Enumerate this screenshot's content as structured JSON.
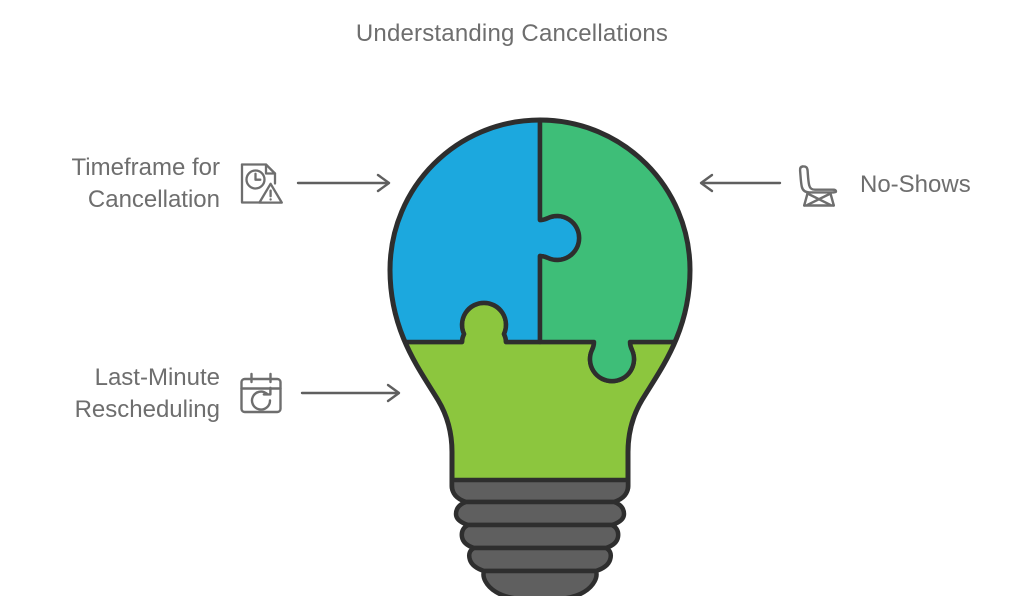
{
  "title": "Understanding Cancellations",
  "theme": {
    "text_color": "#6e6e6e",
    "outline_color": "#2e2e2e",
    "arrow_color": "#5f5f5f",
    "icon_color": "#6e6e6e",
    "background": "#ffffff"
  },
  "diagram": {
    "type": "lightbulb-puzzle",
    "center_graphic_name": "lightbulb",
    "pieces": [
      {
        "id": "blue",
        "label": "Timeframe for Cancellation",
        "color": "#1ca8de",
        "position": "top-left"
      },
      {
        "id": "green",
        "label": "No-Shows",
        "color": "#3ebe78",
        "position": "top-right"
      },
      {
        "id": "olive",
        "label": "Last-Minute Rescheduling",
        "color": "#8cc63e",
        "position": "bottom"
      }
    ],
    "base": {
      "name": "bulb-screw-base",
      "color": "#5f5f5f",
      "thread_count": 5
    }
  },
  "callouts": [
    {
      "id": "timeframe",
      "text": "Timeframe for\nCancellation",
      "icon": "document-clock-warning-icon",
      "side": "left",
      "arrow": {
        "name": "arrow-right-icon",
        "direction": "right"
      }
    },
    {
      "id": "rescheduling",
      "text": "Last-Minute\nRescheduling",
      "icon": "calendar-refresh-icon",
      "side": "left",
      "arrow": {
        "name": "arrow-right-icon",
        "direction": "right"
      }
    },
    {
      "id": "noshows",
      "text": "No-Shows",
      "icon": "empty-chair-icon",
      "side": "right",
      "arrow": {
        "name": "arrow-left-icon",
        "direction": "left"
      }
    }
  ]
}
